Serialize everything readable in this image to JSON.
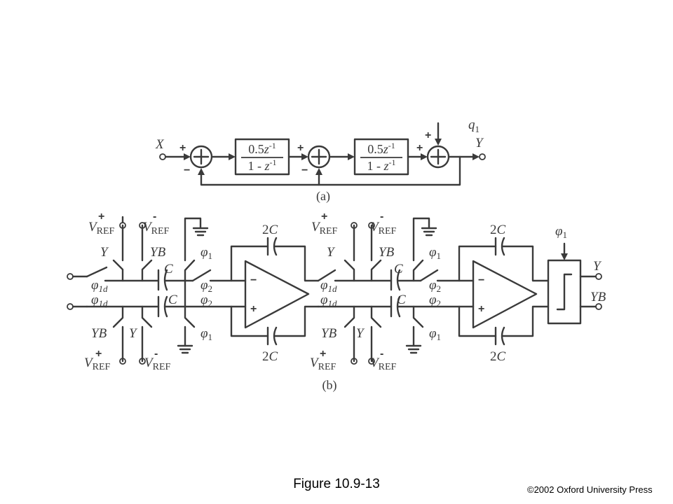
{
  "caption": "Figure 10.9-13",
  "copyright": "©2002 Oxford University Press",
  "part_a": {
    "label": "(a)",
    "input": "X",
    "output": "Y",
    "quantization_noise": "q",
    "quantization_noise_sub": "1",
    "integrator_numerator": "0.5",
    "integrator_denominator": "1 - ",
    "z": "z",
    "exponent": "-1",
    "plus": "+",
    "minus": "−"
  },
  "part_b": {
    "label": "(b)",
    "vref": "V",
    "ref_sub": "REF",
    "plus_sup": "+",
    "minus_sup": "-",
    "Y": "Y",
    "YB": "YB",
    "C": "C",
    "twoC": "2C",
    "phi": "φ",
    "sub_1": "1",
    "sub_2": "2",
    "sub_1d": "1d",
    "opamp_minus": "−",
    "opamp_plus": "+"
  }
}
